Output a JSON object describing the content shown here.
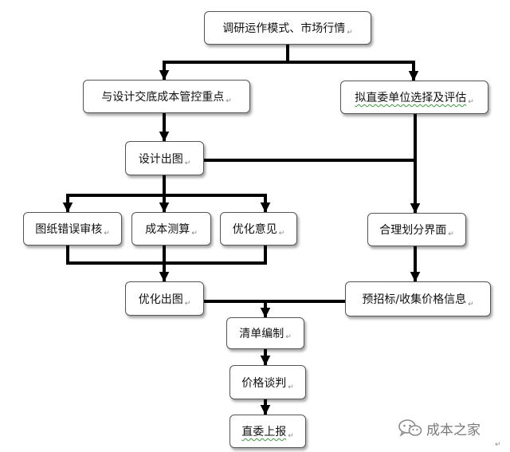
{
  "nodes": {
    "research": "调研运作模式、市场行情",
    "design_brief": "与设计交底成本管控重点",
    "select_units": "拟直委单位选择及评估",
    "design_drawing": "设计出图",
    "drawing_review": "图纸错误审核",
    "cost_estimate": "成本测算",
    "optimization": "优化意见",
    "interface": "合理划分界面",
    "optimized_drawing": "优化出图",
    "pre_bid": "预招标/收集价格信息",
    "bill": "清单编制",
    "negotiation": "价格谈判",
    "report": "直委上报"
  },
  "paragraph_mark": "↵",
  "watermark": {
    "text": "成本之家",
    "icon": "wechat-logo-icon"
  },
  "colors": {
    "line": "#000000",
    "box_border": "#555555",
    "shadow": "rgba(0,0,0,0.35)",
    "spell_underline": "#3c9a3c"
  }
}
